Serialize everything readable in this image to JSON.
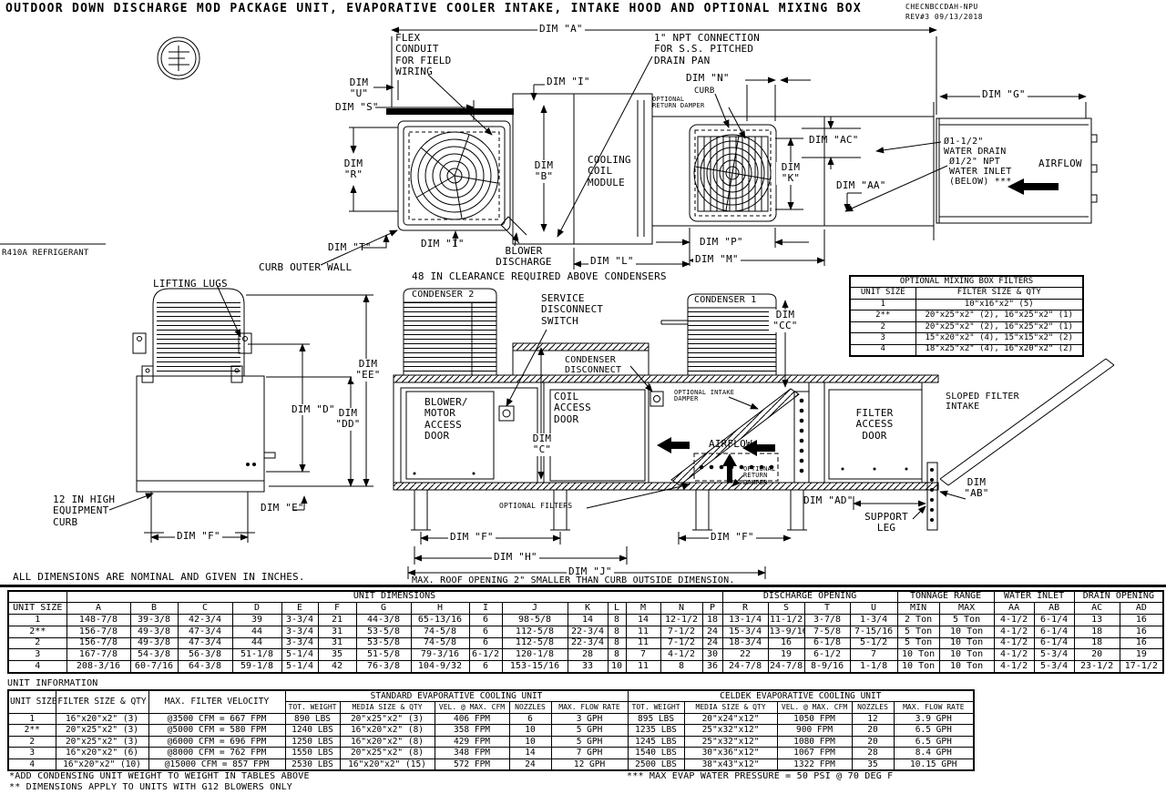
{
  "title": "OUTDOOR DOWN DISCHARGE MOD PACKAGE UNIT, EVAPORATIVE COOLER INTAKE, INTAKE HOOD AND OPTIONAL MIXING BOX",
  "rev_block": {
    "text": "CHECNBCCDAH-NPU\nREV#3  09/13/2018"
  },
  "logo": {
    "name": "etl-listed-mark"
  },
  "top_view": {
    "labels": {
      "dim_a": "DIM \"A\"",
      "flex_conduit": "FLEX\nCONDUIT\nFOR FIELD\nWIRING",
      "npt_drain": "1\" NPT CONNECTION\nFOR S.S. PITCHED\nDRAIN PAN",
      "dim_i_top": "DIM \"I\"",
      "dim_u": "DIM\n\"U\"",
      "dim_s": "DIM \"S\"",
      "dim_r": "DIM\n\"R\"",
      "dim_t": "DIM \"T\"",
      "dim_b": "DIM\n\"B\"",
      "cooling_coil_module": "COOLING\nCOIL\nMODULE",
      "dim_n": "DIM \"N\"",
      "curb": "CURB",
      "optional_return_damper": "OPTIONAL\nRETURN DAMPER",
      "dim_ac": "DIM \"AC\"",
      "dim_k": "DIM\n\"K\"",
      "dim_aa": "DIM \"AA\"",
      "dim_g": "DIM \"G\"",
      "water_drain": "Ø1-1/2\"\nWATER DRAIN",
      "water_inlet": "Ø1/2\" NPT\nWATER INLET\n(BELOW) ***",
      "airflow": "AIRFLOW",
      "dim_p": "DIM \"P\"",
      "dim_m": "DIM \"M\"",
      "dim_l": "DIM \"L\"",
      "dim_i_bottom": "DIM \"I\"",
      "curb_outer_wall": "CURB OUTER WALL",
      "blower_discharge": "BLOWER\nDISCHARGE",
      "clearance_note": "48 IN CLEARANCE REQUIRED ABOVE CONDENSERS",
      "refrigerant": "R410A REFRIGERANT"
    }
  },
  "side_view": {
    "labels": {
      "lifting_lugs": "LIFTING LUGS",
      "condenser_2": "CONDENSER 2",
      "condenser_1": "CONDENSER 1",
      "service_disconnect": "SERVICE\nDISCONNECT\nSWITCH",
      "condenser_disconnect": "CONDENSER\nDISCONNECT",
      "blower_motor_door": "BLOWER/\nMOTOR\nACCESS\nDOOR",
      "coil_access_door": "COIL\nACCESS\nDOOR",
      "filter_access_door": "FILTER\nACCESS\nDOOR",
      "sloped_filter_intake": "SLOPED FILTER\nINTAKE",
      "optional_intake_damper": "OPTIONAL INTAKE\nDAMPER",
      "airflow": "AIRFLOW",
      "optional_return_damper": "OPTIONAL\nRETURN\nDAMPER",
      "optional_filters": "OPTIONAL FILTERS",
      "support_leg": "SUPPORT\nLEG",
      "curb_note": "12 IN HIGH\nEQUIPMENT\nCURB",
      "dim_d": "DIM \"D\"",
      "dim_e": "DIM \"E\"",
      "dim_f_left": "DIM \"F\"",
      "dim_f_center": "DIM \"F\"",
      "dim_f_right": "DIM \"F\"",
      "dim_h": "DIM \"H\"",
      "dim_j": "DIM \"J\"",
      "dim_c": "DIM\n\"C\"",
      "dim_cc": "DIM\n\"CC\"",
      "dim_ee": "DIM\n\"EE\"",
      "dim_dd": "DIM\n\"DD\"",
      "dim_ad": "DIM \"AD\"",
      "dim_ab": "DIM\n\"AB\""
    }
  },
  "general_notes": {
    "nominal": "ALL DIMENSIONS ARE NOMINAL AND GIVEN IN INCHES.",
    "max_roof": "MAX. ROOF OPENING 2\" SMALLER THAN CURB OUTSIDE DIMENSION.",
    "unit_information_label": "UNIT INFORMATION",
    "add_weight": "*ADD CONDENSING UNIT WEIGHT TO WEIGHT IN TABLES ABOVE",
    "g12": "** DIMENSIONS APPLY TO UNITS WITH G12 BLOWERS ONLY",
    "max_pressure": "*** MAX EVAP WATER PRESSURE = 50 PSI @ 70 DEG F"
  },
  "mixing_box_filters": {
    "title": "OPTIONAL MIXING BOX FILTERS",
    "columns": [
      "UNIT SIZE",
      "FILTER SIZE & QTY"
    ],
    "rows": [
      [
        "1",
        "10\"x16\"x2\" (5)"
      ],
      [
        "2**",
        "20\"x25\"x2\" (2), 16\"x25\"x2\" (1)"
      ],
      [
        "2",
        "20\"x25\"x2\" (2), 16\"x25\"x2\" (1)"
      ],
      [
        "3",
        "15\"x20\"x2\" (4), 15\"x15\"x2\" (2)"
      ],
      [
        "4",
        "18\"x25\"x2\" (4), 16\"x20\"x2\" (2)"
      ]
    ]
  },
  "unit_dimensions": {
    "group_headers": {
      "main": "UNIT DIMENSIONS",
      "discharge": "DISCHARGE OPENING",
      "tonnage": "TONNAGE RANGE",
      "water": "WATER INLET",
      "drain": "DRAIN OPENING"
    },
    "columns": [
      "UNIT SIZE",
      "A",
      "B",
      "C",
      "D",
      "E",
      "F",
      "G",
      "H",
      "I",
      "J",
      "K",
      "L",
      "M",
      "N",
      "P",
      "R",
      "S",
      "T",
      "U",
      "MIN",
      "MAX",
      "AA",
      "AB",
      "AC",
      "AD"
    ],
    "rows": [
      [
        "1",
        "148-7/8",
        "39-3/8",
        "42-3/4",
        "39",
        "3-3/4",
        "21",
        "44-3/8",
        "65-13/16",
        "6",
        "98-5/8",
        "14",
        "8",
        "14",
        "12-1/2",
        "18",
        "13-1/4",
        "11-1/2",
        "3-7/8",
        "1-3/4",
        "2 Ton",
        "5 Ton",
        "4-1/2",
        "6-1/4",
        "13",
        "16"
      ],
      [
        "2**",
        "156-7/8",
        "49-3/8",
        "47-3/4",
        "44",
        "3-3/4",
        "31",
        "53-5/8",
        "74-5/8",
        "6",
        "112-5/8",
        "22-3/4",
        "8",
        "11",
        "7-1/2",
        "24",
        "15-3/4",
        "13-9/16",
        "7-5/8",
        "7-15/16",
        "5 Ton",
        "10 Ton",
        "4-1/2",
        "6-1/4",
        "18",
        "16"
      ],
      [
        "2",
        "156-7/8",
        "49-3/8",
        "47-3/4",
        "44",
        "3-3/4",
        "31",
        "53-5/8",
        "74-5/8",
        "6",
        "112-5/8",
        "22-3/4",
        "8",
        "11",
        "7-1/2",
        "24",
        "18-3/4",
        "16",
        "6-1/8",
        "5-1/2",
        "5 Ton",
        "10 Ton",
        "4-1/2",
        "6-1/4",
        "18",
        "16"
      ],
      [
        "3",
        "167-7/8",
        "54-3/8",
        "56-3/8",
        "51-1/8",
        "5-1/4",
        "35",
        "51-5/8",
        "79-3/16",
        "6-1/2",
        "120-1/8",
        "28",
        "8",
        "7",
        "4-1/2",
        "30",
        "22",
        "19",
        "6-1/2",
        "7",
        "10 Ton",
        "10 Ton",
        "4-1/2",
        "5-3/4",
        "20",
        "19"
      ],
      [
        "4",
        "208-3/16",
        "60-7/16",
        "64-3/8",
        "59-1/8",
        "5-1/4",
        "42",
        "76-3/8",
        "104-9/32",
        "6",
        "153-15/16",
        "33",
        "10",
        "11",
        "8",
        "36",
        "24-7/8",
        "24-7/8",
        "8-9/16",
        "1-1/8",
        "10 Ton",
        "10 Ton",
        "4-1/2",
        "5-3/4",
        "23-1/2",
        "17-1/2"
      ]
    ]
  },
  "unit_information": {
    "left_columns": [
      "UNIT SIZE",
      "FILTER SIZE & QTY",
      "MAX. FILTER VELOCITY"
    ],
    "standard_title": "STANDARD EVAPORATIVE COOLING UNIT",
    "celdek_title": "CELDEK EVAPORATIVE COOLING UNIT",
    "evap_columns": [
      "TOT. WEIGHT",
      "MEDIA SIZE & QTY",
      "VEL. @ MAX. CFM",
      "NOZZLES",
      "MAX. FLOW RATE"
    ],
    "rows": [
      [
        "1",
        "16\"x20\"x2\" (3)",
        "@3500 CFM = 667 FPM",
        "890 LBS",
        "20\"x25\"x2\" (3)",
        "406 FPM",
        "6",
        "3 GPH",
        "895 LBS",
        "20\"x24\"x12\"",
        "1050 FPM",
        "12",
        "3.9 GPH"
      ],
      [
        "2**",
        "20\"x25\"x2\" (3)",
        "@5000 CFM = 580 FPM",
        "1240 LBS",
        "16\"x20\"x2\" (8)",
        "358 FPM",
        "10",
        "5 GPH",
        "1235 LBS",
        "25\"x32\"x12\"",
        "900 FPM",
        "20",
        "6.5 GPH"
      ],
      [
        "2",
        "20\"x25\"x2\" (3)",
        "@6000 CFM = 696 FPM",
        "1250 LBS",
        "16\"x20\"x2\" (8)",
        "429 FPM",
        "10",
        "5 GPH",
        "1245 LBS",
        "25\"x32\"x12\"",
        "1080 FPM",
        "20",
        "6.5 GPH"
      ],
      [
        "3",
        "16\"x20\"x2\" (6)",
        "@8000 CFM = 762 FPM",
        "1550 LBS",
        "20\"x25\"x2\" (8)",
        "348 FPM",
        "14",
        "7 GPH",
        "1540 LBS",
        "30\"x36\"x12\"",
        "1067 FPM",
        "28",
        "8.4 GPH"
      ],
      [
        "4",
        "16\"x20\"x2\" (10)",
        "@15000 CFM = 857 FPM",
        "2530 LBS",
        "16\"x20\"x2\" (15)",
        "572 FPM",
        "24",
        "12 GPH",
        "2500 LBS",
        "38\"x43\"x12\"",
        "1322 FPM",
        "35",
        "10.15 GPH"
      ]
    ]
  }
}
